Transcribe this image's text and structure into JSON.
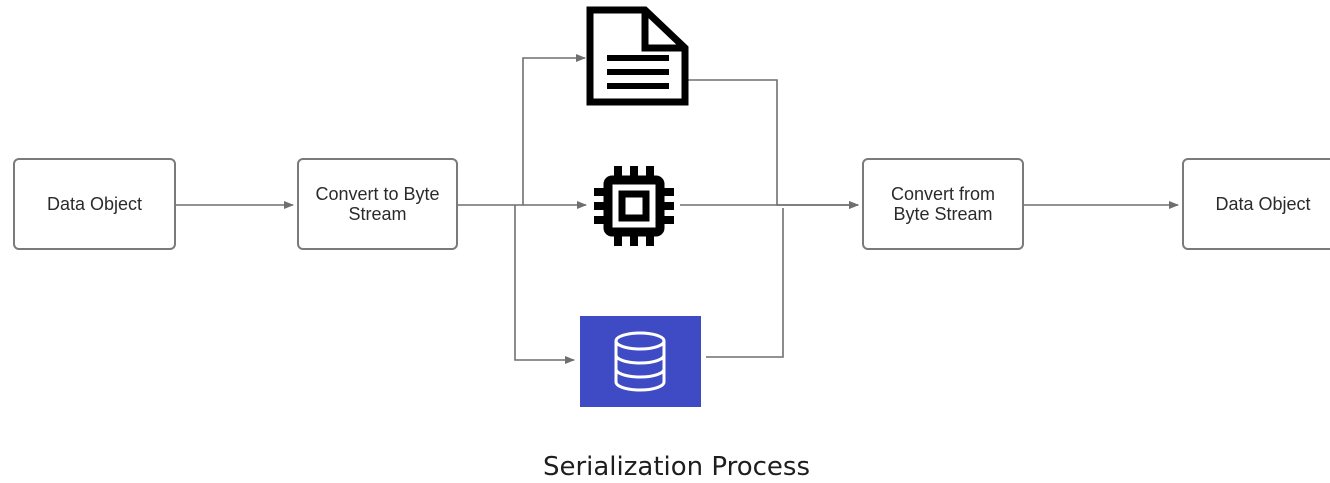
{
  "nodes": {
    "source": {
      "label": "Data Object"
    },
    "serialize": {
      "label": "Convert to Byte Stream"
    },
    "deserialize": {
      "label": "Convert from Byte Stream"
    },
    "target": {
      "label": "Data Object"
    }
  },
  "icons": {
    "file": "document-icon",
    "memory": "cpu-chip-icon",
    "database": "database-icon"
  },
  "colors": {
    "line": "#6f6f6f",
    "database_bg": "#3f4bc4",
    "icon_dark": "#000000"
  },
  "caption": "Serialization Process"
}
